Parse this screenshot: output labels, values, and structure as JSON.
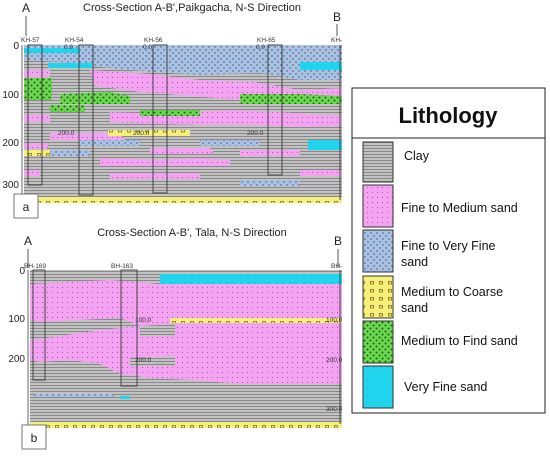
{
  "panel_a": {
    "title": "Cross-Section A-B',Paikgacha, N-S Direction",
    "end_left": "A",
    "end_right": "B",
    "label": "a",
    "y_ticks": [
      "0",
      "100",
      "200",
      "300"
    ],
    "wells": [
      "KH-57",
      "KH-54",
      "KH-56",
      "KH-65",
      "KH-"
    ],
    "small_marks": [
      "0.0",
      "0.0",
      "0.0",
      "200.0",
      "200.0",
      "200.0"
    ]
  },
  "panel_b": {
    "title": "Cross-Section A-B', Tala, N-S Direction",
    "end_left": "A",
    "end_right": "B",
    "label": "b",
    "y_ticks": [
      "0",
      "100",
      "200"
    ],
    "wells": [
      "BH-169",
      "BH-163",
      "BH-"
    ],
    "small_marks": [
      "100.0",
      "100.0",
      "200.0",
      "200.0",
      "300.0"
    ]
  },
  "legend": {
    "title": "Lithology",
    "items": [
      {
        "name": "clay",
        "label": "Clay",
        "color": "#b9b9b9"
      },
      {
        "name": "fine-to-medium-sand",
        "label": "Fine to Medium sand",
        "color": "#f3a3f2"
      },
      {
        "name": "fine-to-very-fine-sand",
        "label": "Fine to Very Fine sand",
        "color": "#a9c1e2"
      },
      {
        "name": "medium-to-coarse-sand",
        "label": "Medium to Coarse sand",
        "color": "#f6f07a"
      },
      {
        "name": "medium-to-find-sand",
        "label": "Medium to Find sand",
        "color": "#6bd84f"
      },
      {
        "name": "very-fine-sand",
        "label": "Very Fine sand",
        "color": "#21d5ee"
      }
    ]
  }
}
